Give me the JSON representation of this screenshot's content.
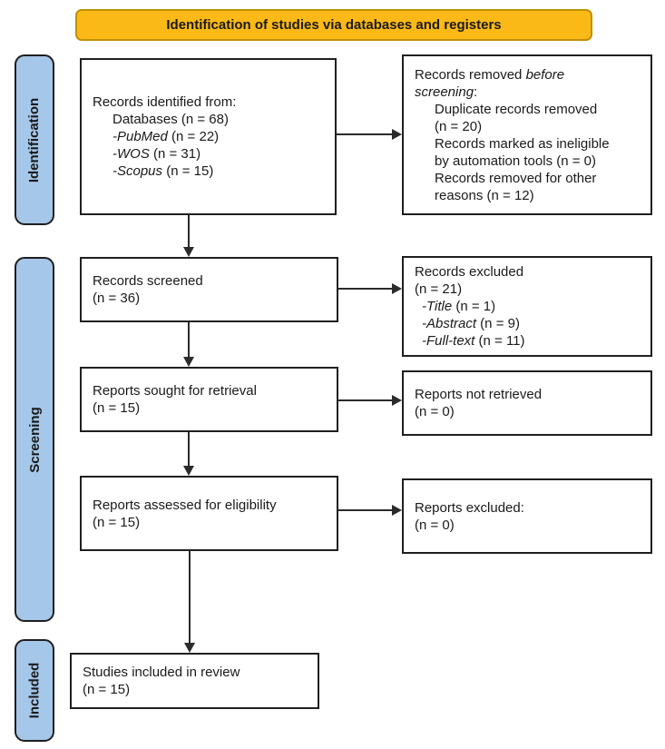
{
  "banner": {
    "label": "Identification of studies via databases and registers"
  },
  "stages": {
    "identification": {
      "label": "Identification"
    },
    "screening": {
      "label": "Screening"
    },
    "included": {
      "label": "Included"
    }
  },
  "colors": {
    "banner_fill": "#FBB917",
    "banner_border": "#BF9000",
    "stage_fill": "#A5C7E9",
    "stage_border": "#1F1F1F",
    "box_fill": "#FFFFFF",
    "box_border": "#1F1F1F",
    "arrow": "#2B2B2B",
    "text": "#1A1A1A"
  },
  "boxes": {
    "records_identified": {
      "lines": [
        {
          "indent": 0,
          "runs": [
            {
              "text": "Records identified from:"
            }
          ]
        },
        {
          "indent": 1,
          "runs": [
            {
              "text": "Databases (n = 68)"
            }
          ]
        },
        {
          "indent": 1,
          "runs": [
            {
              "text": "-PubMed",
              "italic": true
            },
            {
              "text": " (n = 22)"
            }
          ]
        },
        {
          "indent": 1,
          "runs": [
            {
              "text": "-WOS",
              "italic": true
            },
            {
              "text": " (n = 31)"
            }
          ]
        },
        {
          "indent": 1,
          "runs": [
            {
              "text": "-Scopus",
              "italic": true
            },
            {
              "text": " (n = 15)"
            }
          ]
        }
      ]
    },
    "records_removed": {
      "lines": [
        {
          "indent": 0,
          "runs": [
            {
              "text": "Records removed "
            },
            {
              "text": "before",
              "italic": true
            }
          ]
        },
        {
          "indent": 0,
          "runs": [
            {
              "text": "screening",
              "italic": true
            },
            {
              "text": ":"
            }
          ]
        },
        {
          "indent": 1,
          "runs": [
            {
              "text": "Duplicate records removed"
            }
          ]
        },
        {
          "indent": 1,
          "runs": [
            {
              "text": "(n = 20)"
            }
          ]
        },
        {
          "indent": 1,
          "runs": [
            {
              "text": "Records marked as ineligible"
            }
          ]
        },
        {
          "indent": 1,
          "runs": [
            {
              "text": "by automation tools (n = 0)"
            }
          ]
        },
        {
          "indent": 1,
          "runs": [
            {
              "text": "Records removed for other"
            }
          ]
        },
        {
          "indent": 1,
          "runs": [
            {
              "text": "reasons (n = 12)"
            }
          ]
        }
      ]
    },
    "records_screened": {
      "lines": [
        {
          "indent": 0,
          "runs": [
            {
              "text": "Records screened"
            }
          ]
        },
        {
          "indent": 0,
          "runs": [
            {
              "text": "(n = 36)"
            }
          ]
        }
      ]
    },
    "records_excluded": {
      "lines": [
        {
          "indent": 0,
          "runs": [
            {
              "text": "Records excluded"
            }
          ]
        },
        {
          "indent": 0,
          "runs": [
            {
              "text": "(n = 21)"
            }
          ]
        },
        {
          "indent": 2,
          "runs": [
            {
              "text": "-Title",
              "italic": true
            },
            {
              "text": " (n = 1)"
            }
          ]
        },
        {
          "indent": 2,
          "runs": [
            {
              "text": "-Abstract",
              "italic": true
            },
            {
              "text": " (n = 9)"
            }
          ]
        },
        {
          "indent": 2,
          "runs": [
            {
              "text": "-Full-text",
              "italic": true
            },
            {
              "text": " (n = 11)"
            }
          ]
        }
      ]
    },
    "reports_sought": {
      "lines": [
        {
          "indent": 0,
          "runs": [
            {
              "text": "Reports sought for retrieval"
            }
          ]
        },
        {
          "indent": 0,
          "runs": [
            {
              "text": "(n = 15)"
            }
          ]
        }
      ]
    },
    "reports_not_retrieved": {
      "lines": [
        {
          "indent": 0,
          "runs": [
            {
              "text": "Reports not retrieved"
            }
          ]
        },
        {
          "indent": 0,
          "runs": [
            {
              "text": "(n = 0)"
            }
          ]
        }
      ]
    },
    "reports_assessed": {
      "lines": [
        {
          "indent": 0,
          "runs": [
            {
              "text": "Reports assessed for eligibility"
            }
          ]
        },
        {
          "indent": 0,
          "runs": [
            {
              "text": "(n = 15)"
            }
          ]
        }
      ]
    },
    "reports_excluded": {
      "lines": [
        {
          "indent": 0,
          "runs": [
            {
              "text": "Reports excluded:"
            }
          ]
        },
        {
          "indent": 0,
          "runs": [
            {
              "text": "(n = 0)"
            }
          ]
        }
      ]
    },
    "studies_included": {
      "lines": [
        {
          "indent": 0,
          "runs": [
            {
              "text": "Studies included in review"
            }
          ]
        },
        {
          "indent": 0,
          "runs": [
            {
              "text": "(n = 15)"
            }
          ]
        }
      ]
    }
  }
}
